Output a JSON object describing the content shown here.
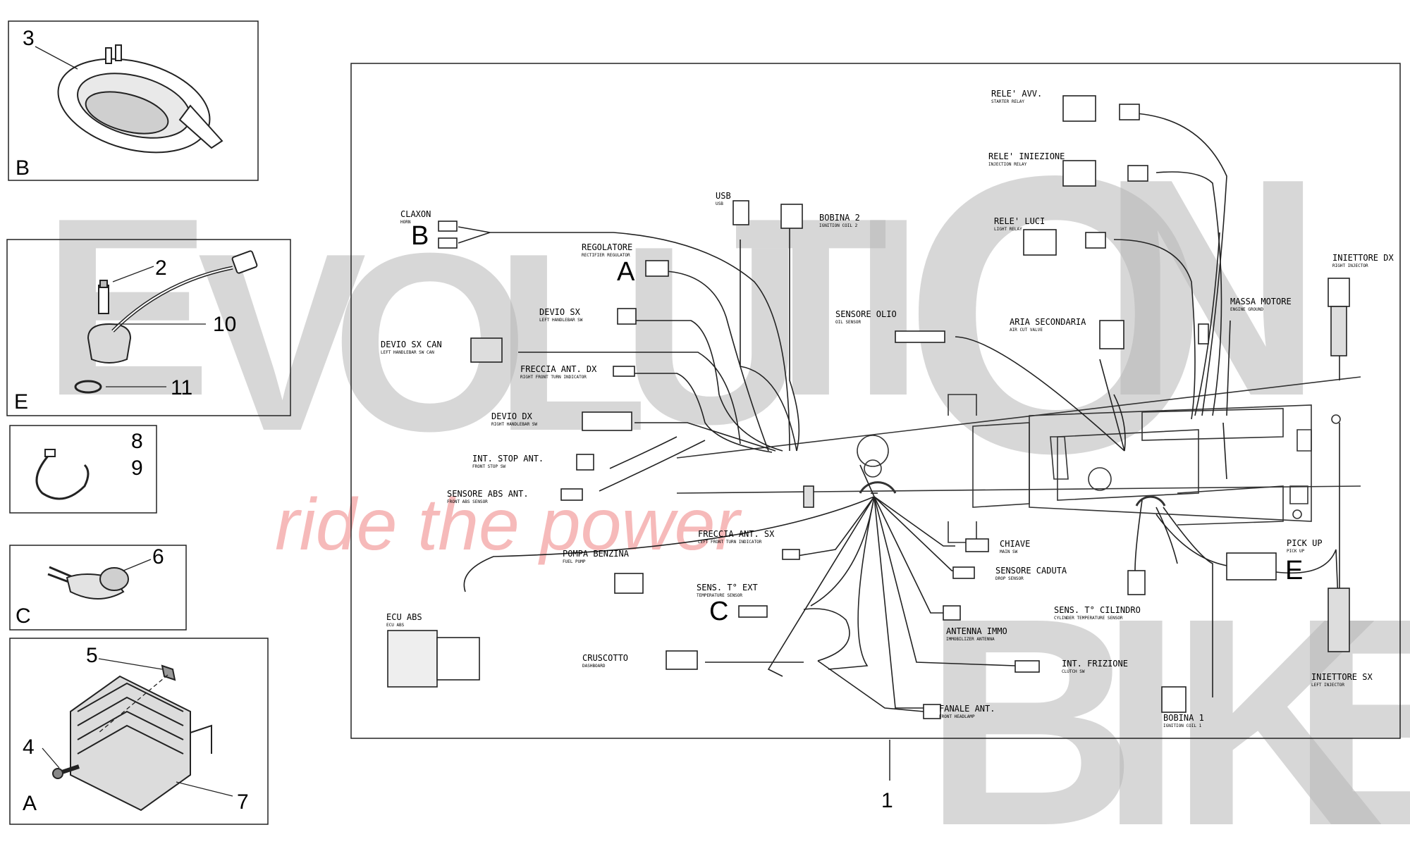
{
  "watermark": {
    "letters": [
      "E",
      "V",
      "O",
      "L",
      "U",
      "T",
      "I",
      "O",
      "N",
      "B",
      "I",
      "K",
      "E"
    ],
    "slogan": "ride the power",
    "slogan_color": "#f4a3a3",
    "letter_color": "#b7b7b7"
  },
  "inset_b": {
    "letter": "B",
    "parts": [
      "3"
    ]
  },
  "inset_e": {
    "letter": "E",
    "parts": [
      "2",
      "10",
      "11"
    ]
  },
  "inset_89": {
    "parts": [
      "8",
      "9"
    ]
  },
  "inset_c": {
    "letter": "C",
    "parts": [
      "6"
    ]
  },
  "inset_a": {
    "letter": "A",
    "parts": [
      "5",
      "4",
      "7"
    ]
  },
  "main": {
    "part_number": "1",
    "callouts": {
      "b": "B",
      "a": "A",
      "c": "C",
      "e": "E"
    },
    "components": [
      {
        "id": "claxon",
        "name": "CLAXON",
        "sub": "HORN"
      },
      {
        "id": "usb",
        "name": "USB",
        "sub": "USB"
      },
      {
        "id": "bobina2",
        "name": "BOBINA 2",
        "sub": "IGNITION COIL 2"
      },
      {
        "id": "regolatore",
        "name": "REGOLATORE",
        "sub": "RECTIFIER REGULATOR"
      },
      {
        "id": "rele_avv",
        "name": "RELE' AVV.",
        "sub": "STARTER RELAY"
      },
      {
        "id": "rele_iniezione",
        "name": "RELE' INIEZIONE",
        "sub": "INJECTION RELAY"
      },
      {
        "id": "rele_luci",
        "name": "RELE' LUCI",
        "sub": "LIGHT RELAY"
      },
      {
        "id": "iniettore_dx",
        "name": "INIETTORE DX",
        "sub": "RIGHT INJECTOR"
      },
      {
        "id": "devio_sx",
        "name": "DEVIO SX",
        "sub": "LEFT HANDLEBAR SW"
      },
      {
        "id": "devio_sx_can",
        "name": "DEVIO SX CAN",
        "sub": "LEFT HANDLEBAR SW CAN"
      },
      {
        "id": "freccia_ant_dx",
        "name": "FRECCIA ANT. DX",
        "sub": "RIGHT FRONT TURN INDICATOR"
      },
      {
        "id": "sensore_olio",
        "name": "SENSORE OLIO",
        "sub": "OIL SENSOR"
      },
      {
        "id": "aria_secondaria",
        "name": "ARIA SECONDARIA",
        "sub": "AIR CUT VALVE"
      },
      {
        "id": "massa_motore",
        "name": "MASSA MOTORE",
        "sub": "ENGINE GROUND"
      },
      {
        "id": "devio_dx",
        "name": "DEVIO DX",
        "sub": "RIGHT HANDLEBAR SW"
      },
      {
        "id": "int_stop_ant",
        "name": "INT. STOP ANT.",
        "sub": "FRONT STOP SW"
      },
      {
        "id": "sensore_abs_ant",
        "name": "SENSORE ABS ANT.",
        "sub": "FRONT ABS SENSOR"
      },
      {
        "id": "freccia_ant_sx",
        "name": "FRECCIA ANT. SX",
        "sub": "LEFT FRONT TURN INDICATOR"
      },
      {
        "id": "pompa_benzina",
        "name": "POMPA BENZINA",
        "sub": "FUEL PUMP"
      },
      {
        "id": "chiave",
        "name": "CHIAVE",
        "sub": "MAIN SW"
      },
      {
        "id": "sensore_caduta",
        "name": "SENSORE CADUTA",
        "sub": "DROP SENSOR"
      },
      {
        "id": "pick_up",
        "name": "PICK UP",
        "sub": "PICK UP"
      },
      {
        "id": "sens_t_ext",
        "name": "SENS. T° EXT",
        "sub": "TEMPERATURE SENSOR"
      },
      {
        "id": "sens_t_cilindro",
        "name": "SENS. T° CILINDRO",
        "sub": "CYLINDER TEMPERATURE SENSOR"
      },
      {
        "id": "ecu_abs",
        "name": "ECU ABS",
        "sub": "ECU ABS"
      },
      {
        "id": "antenna_immo",
        "name": "ANTENNA IMMO",
        "sub": "IMMOBILIZER ANTENNA"
      },
      {
        "id": "cruscotto",
        "name": "CRUSCOTTO",
        "sub": "DASHBOARD"
      },
      {
        "id": "int_frizione",
        "name": "INT. FRIZIONE",
        "sub": "CLUTCH SW"
      },
      {
        "id": "iniettore_sx",
        "name": "INIETTORE SX",
        "sub": "LEFT INJECTOR"
      },
      {
        "id": "fanale_ant",
        "name": "FANALE ANT.",
        "sub": "FRONT HEADLAMP"
      },
      {
        "id": "bobina1",
        "name": "BOBINA 1",
        "sub": "IGNITION COIL 1"
      }
    ]
  }
}
